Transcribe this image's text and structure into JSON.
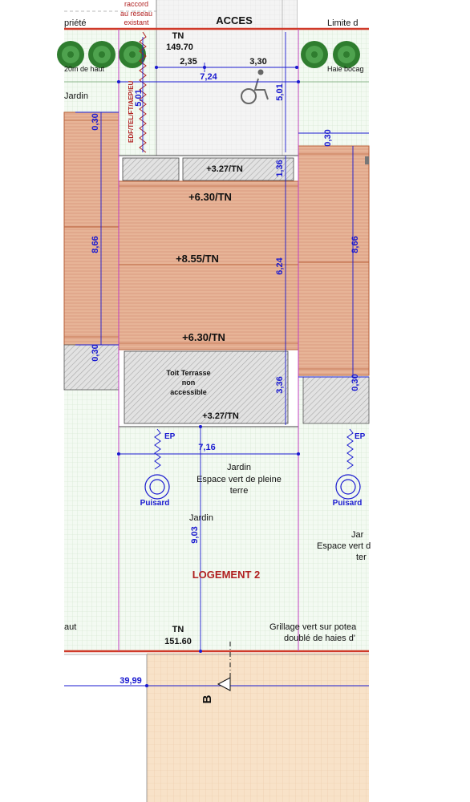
{
  "labels": {
    "propriete": "priété",
    "raccord_1": "raccord",
    "raccord_2": "au réseau",
    "raccord_3": "existant",
    "acces": "ACCES",
    "limite": "Limite d",
    "tn_top": "TN",
    "tn_top_value": "149.70",
    "haut_left": "20m de haut",
    "haie_bocage": "Haie bocag",
    "jardin_left": "Jardin",
    "reseaux": "EDF/TEL/FT/AEP/EU",
    "level_327_top": "+3.27/TN",
    "level_630_top": "+6.30/TN",
    "level_855": "+8.55/TN",
    "level_630_bottom": "+6.30/TN",
    "toit_1": "Toit Terrasse",
    "toit_2": "non",
    "toit_3": "accessible",
    "level_327_bottom": "+3.27/TN",
    "ep_left": "EP",
    "ep_right": "EP",
    "jardin_center": "Jardin",
    "espace_vert_1": "Espace vert de pleine",
    "espace_vert_2": "terre",
    "puisard_left": "Puisard",
    "puisard_right": "Puisard",
    "jardin_lower": "Jardin",
    "jardin_right": "Jar",
    "espace_vert_right_1": "Espace vert d",
    "espace_vert_right_2": "ter",
    "logement": "LOGEMENT 2",
    "haut_bottom_left": "aut",
    "tn_bottom": "TN",
    "tn_bottom_value": "151.60",
    "grillage_1": "Grillage vert sur potea",
    "grillage_2": "doublé de haies d'",
    "section_b": "B"
  },
  "dimensions": {
    "d_2_35": "2,35",
    "d_3_30": "3,30",
    "d_7_24": "7,24",
    "d_5_01_left": "5,01",
    "d_5_01_right": "5,01",
    "d_1_36": "1,36",
    "d_6_24": "6,24",
    "d_3_36": "3,36",
    "d_0_30_tl": "0,30",
    "d_8_66_left": "8,66",
    "d_0_30_bl": "0,30",
    "d_0_30_tr": "0,30",
    "d_8_66_right": "8,66",
    "d_0_30_br": "0,30",
    "d_7_16": "7,16",
    "d_9_03": "9,03",
    "d_39_99": "39,99"
  },
  "icons": {
    "accessibility": "wheelchair-icon",
    "tree": "tree-icon",
    "puisard": "puisard-icon"
  },
  "colors": {
    "roof_fill": "#e8b79a",
    "roof_line": "#b8603a",
    "hatch_gray": "#cfcfcf",
    "garden_grid": "#d9ead8",
    "parcel_red": "#d03a2a",
    "dimension_blue": "#1a1ad0",
    "axis_magenta": "#c040c0",
    "tree_green": "#3c8a3c",
    "road_fill": "#f6dcc0"
  }
}
